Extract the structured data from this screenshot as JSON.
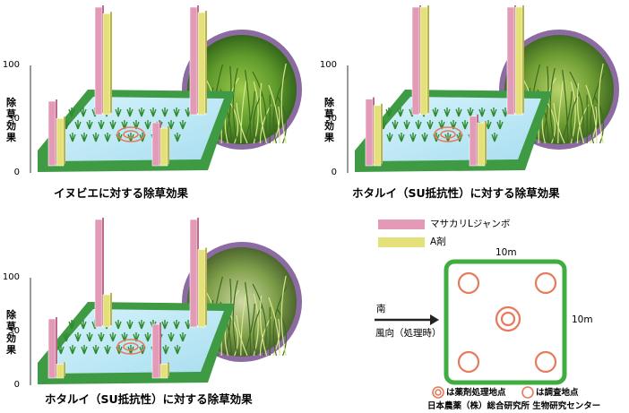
{
  "panels": [
    {
      "title": "イヌビエに対する除草効果",
      "ylabel": "除草効果",
      "ticks": [
        "100",
        "50",
        "0"
      ],
      "bars": {
        "back_left": [
          100,
          94
        ],
        "back_right": [
          100,
          95
        ],
        "front_left": [
          60,
          44
        ],
        "front_right": [
          40,
          35
        ]
      }
    },
    {
      "title": "ホタルイ（SU抵抗性）に対する除草効果",
      "ylabel": "除草効果",
      "ticks": [
        "100",
        "50",
        "0"
      ],
      "bars": {
        "back_left": [
          100,
          100
        ],
        "back_right": [
          100,
          100
        ],
        "front_left": [
          62,
          56
        ],
        "front_right": [
          46,
          40
        ]
      }
    },
    {
      "title": "ホタルイ（SU抵抗性）に対する除草効果",
      "ylabel": "除草効果",
      "ticks": [
        "100",
        "50",
        "0"
      ],
      "bars": {
        "back_left": [
          100,
          30
        ],
        "back_right": [
          100,
          72
        ],
        "front_left": [
          55,
          13
        ],
        "front_right": [
          50,
          13
        ]
      }
    }
  ],
  "legend": [
    {
      "label": "マサカリLジャンボ",
      "color": "#e39ab6"
    },
    {
      "label": "A剤",
      "color": "#e4e07a"
    }
  ],
  "map": {
    "width_label": "10m",
    "height_label": "10m",
    "direction": "南",
    "wind_caption": "風向（処理時）",
    "treat_legend": "は薬剤処理地点",
    "survey_legend": "は調査地点",
    "credit": "日本農薬（株）総合研究所 生物研究センター"
  },
  "colors": {
    "series_a": "#e39ab6",
    "series_b": "#e4e07a",
    "tray_frame": "#3f9a44",
    "water": "#bfe9f6",
    "map_border": "#3fae3f",
    "marker": "#e8795a",
    "photo_ring": "#8c6aa2"
  }
}
